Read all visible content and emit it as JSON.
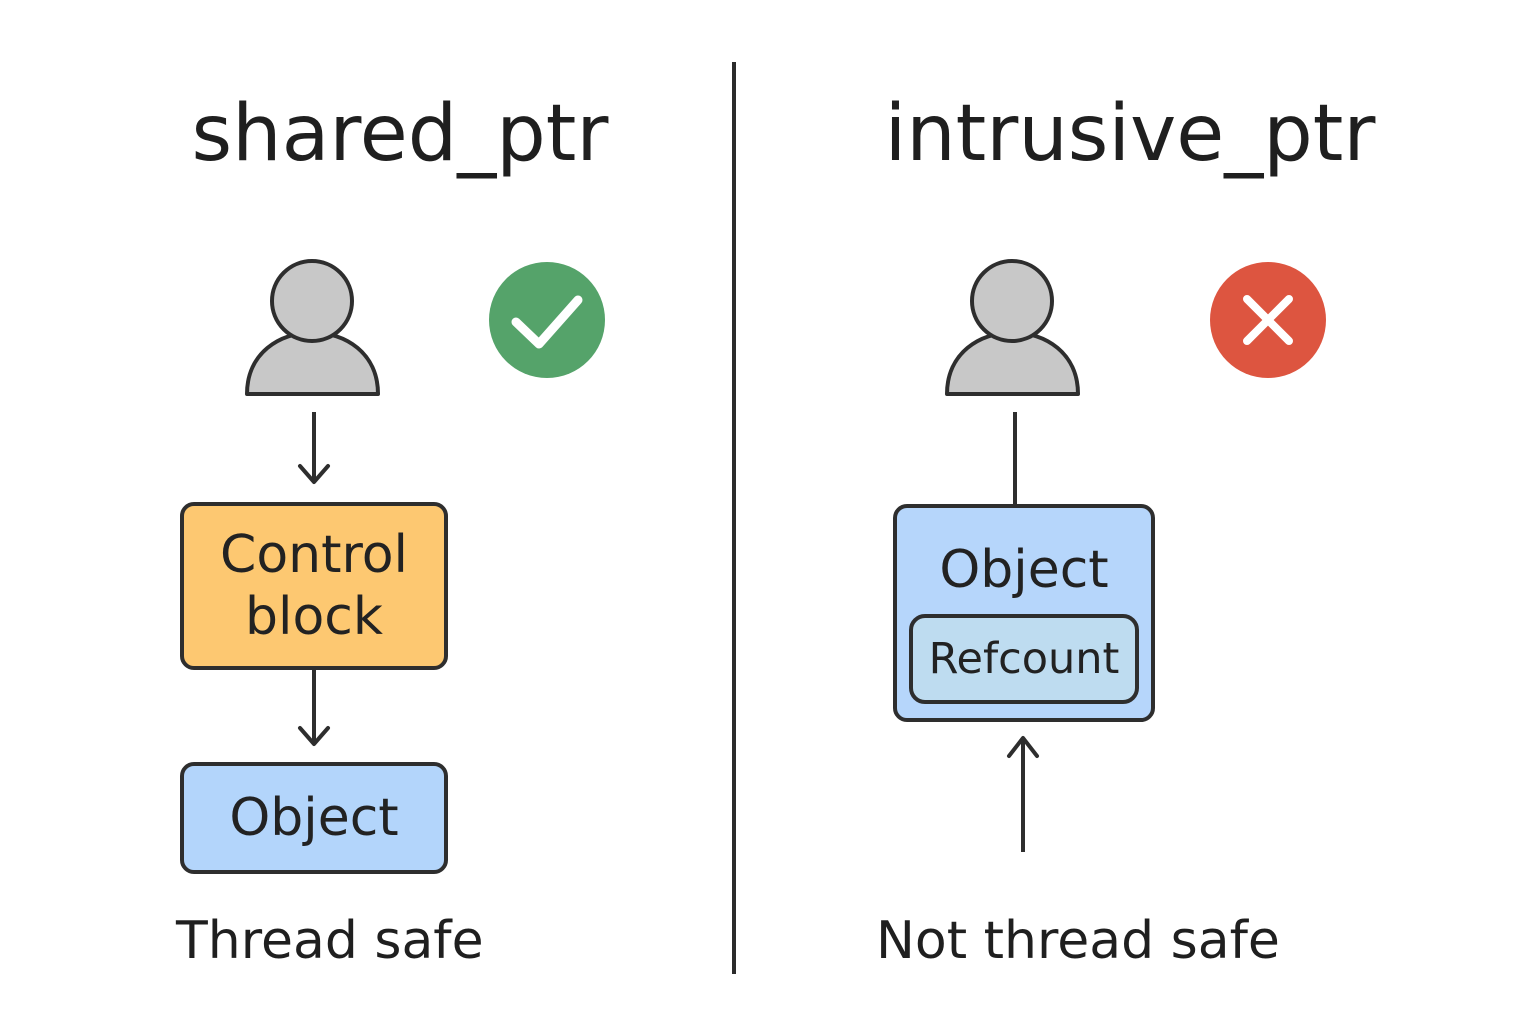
{
  "left": {
    "title": "shared_ptr",
    "control_block": {
      "line1": "Control",
      "line2": "block"
    },
    "object_label": "Object",
    "caption": "Thread safe",
    "status_icon": "check-icon",
    "status_color": "#55a36a"
  },
  "right": {
    "title": "intrusive_ptr",
    "object_label": "Object",
    "refcount_label": "Refcount",
    "caption": "Not thread safe",
    "status_icon": "cross-icon",
    "status_color": "#dd5540"
  },
  "colors": {
    "control_block_fill": "#fdc871",
    "object_fill": "#b3d5fb",
    "refcount_fill": "#bedcf0",
    "user_fill": "#c8c8c8",
    "outline": "#2e2e2e"
  }
}
